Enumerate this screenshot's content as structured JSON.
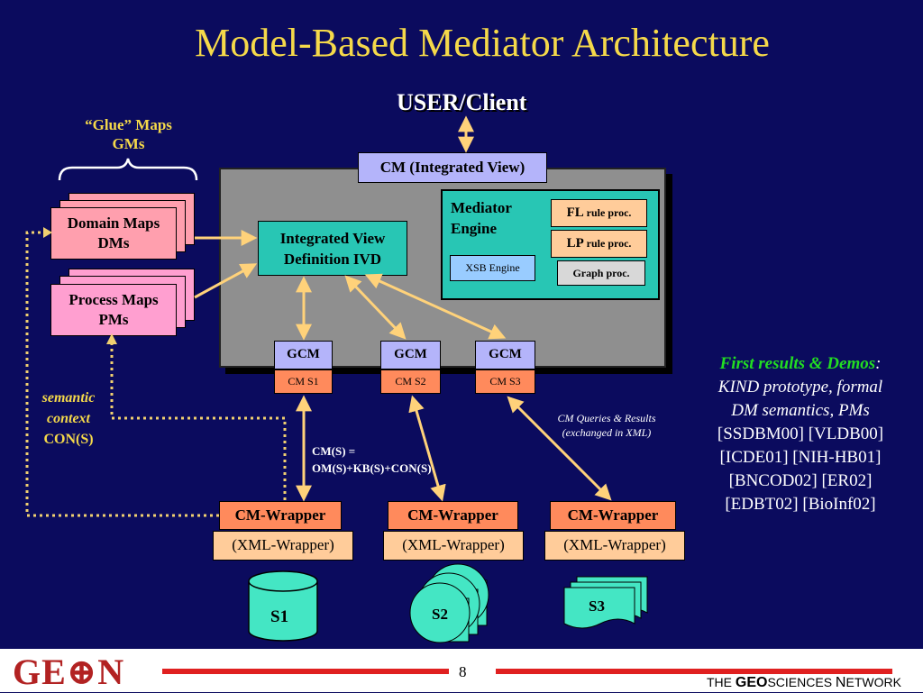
{
  "title": "Model-Based Mediator Architecture",
  "user_client": "USER/Client",
  "glue": {
    "line1": "“Glue” Maps",
    "line2": "GMs"
  },
  "cm_integrated_view": "CM (Integrated View)",
  "ivd": {
    "line1": "Integrated View",
    "line2": "Definition IVD"
  },
  "mediator": {
    "line1": "Mediator",
    "line2": "Engine",
    "fl_main": "FL",
    "fl_small": "rule proc.",
    "lp_main": "LP",
    "lp_small": "rule proc.",
    "xsb": "XSB Engine",
    "graph": "Graph proc."
  },
  "domain_maps": {
    "line1": "Domain Maps",
    "line2": "DMs"
  },
  "process_maps": {
    "line1": "Process Maps",
    "line2": "PMs"
  },
  "gcm_boxes": [
    {
      "gcm": "GCM",
      "cms": "CM S1"
    },
    {
      "gcm": "GCM",
      "cms": "CM S2"
    },
    {
      "gcm": "GCM",
      "cms": "CM S3"
    }
  ],
  "semantic": {
    "line1": "semantic",
    "line2": "context",
    "line3": "CON(S)"
  },
  "cm_eq": {
    "line1": "CM(S) =",
    "line2": "OM(S)+KB(S)+CON(S)"
  },
  "cm_queries": {
    "line1": "CM Queries & Results",
    "line2": "(exchanged in XML)"
  },
  "wrappers": [
    {
      "name": "CM-Wrapper",
      "xml": "(XML-Wrapper)"
    },
    {
      "name": "CM-Wrapper",
      "xml": "(XML-Wrapper)"
    },
    {
      "name": "CM-Wrapper",
      "xml": "(XML-Wrapper)"
    }
  ],
  "sources": [
    "S1",
    "S2",
    "S3"
  ],
  "results": {
    "heading": "First results & Demos",
    "colon": ":",
    "lines_italic": [
      "KIND prototype, formal",
      "DM semantics, PMs"
    ],
    "lines": [
      "[SSDBM00] [VLDB00]",
      "[ICDE01] [NIH-HB01]",
      "[BNCOD02] [ER02]",
      "[EDBT02] [BioInf02]"
    ]
  },
  "footer": {
    "page": "8",
    "logo": "GE⊕N",
    "tagline_the": "THE ",
    "tagline_geo": "GEO",
    "tagline_sciences": "SCIENCES ",
    "tagline_n": "N",
    "tagline_etwork": "ETWORK"
  },
  "colors": {
    "background": "#0b0b5e",
    "title": "#f5d94a",
    "accent_red": "#e02020",
    "arrow": "#ffd27a",
    "dotted": "#f0d070"
  }
}
